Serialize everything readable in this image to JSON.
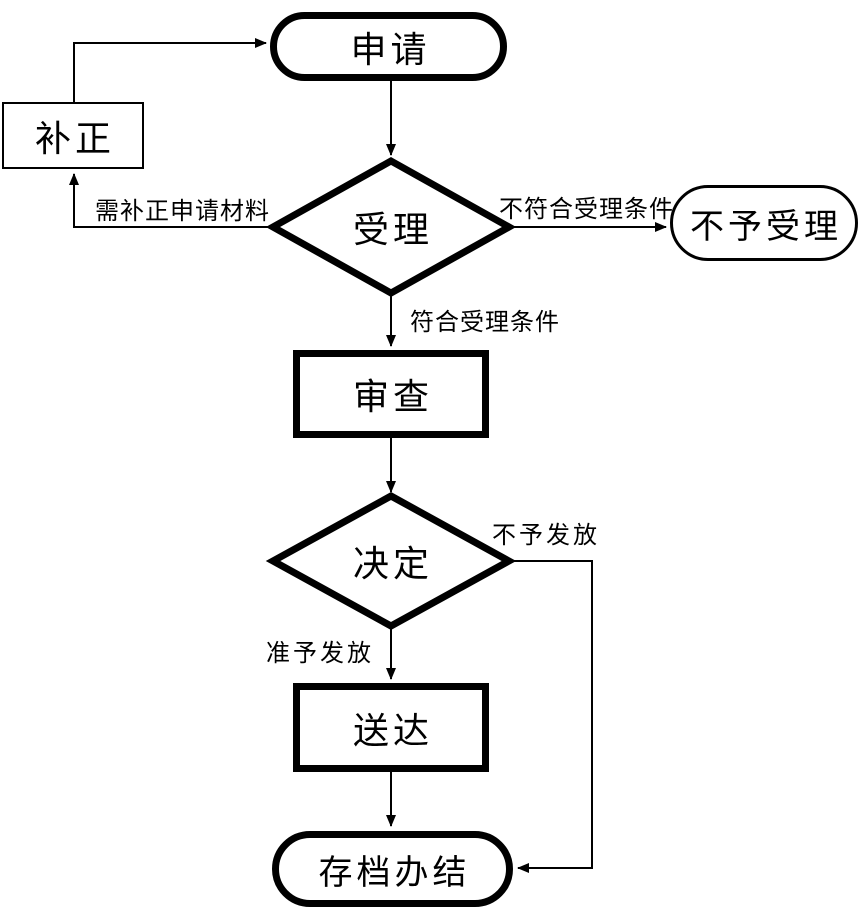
{
  "diagram": {
    "type": "flowchart",
    "colors": {
      "background": "#ffffff",
      "stroke": "#000000",
      "text": "#000000"
    },
    "nodes": {
      "apply": {
        "label": "申请",
        "shape": "stadium"
      },
      "correction": {
        "label": "补正",
        "shape": "rectangle"
      },
      "accept": {
        "label": "受理",
        "shape": "diamond"
      },
      "reject": {
        "label": "不予受理",
        "shape": "stadium"
      },
      "review": {
        "label": "审查",
        "shape": "rectangle"
      },
      "decision": {
        "label": "决定",
        "shape": "diamond"
      },
      "deliver": {
        "label": "送达",
        "shape": "rectangle"
      },
      "archive": {
        "label": "存档办结",
        "shape": "stadium"
      }
    },
    "edge_labels": {
      "need_correction": "需补正申请材料",
      "not_meet_conditions": "不符合受理条件",
      "meet_conditions": "符合受理条件",
      "not_issue": "不予发放",
      "issue": "准予发放"
    },
    "edges": [
      {
        "from": "apply",
        "to": "accept",
        "label": ""
      },
      {
        "from": "accept",
        "to": "correction",
        "label": "需补正申请材料"
      },
      {
        "from": "correction",
        "to": "apply",
        "label": ""
      },
      {
        "from": "accept",
        "to": "reject",
        "label": "不符合受理条件"
      },
      {
        "from": "accept",
        "to": "review",
        "label": "符合受理条件"
      },
      {
        "from": "review",
        "to": "decision",
        "label": ""
      },
      {
        "from": "decision",
        "to": "deliver",
        "label": "准予发放"
      },
      {
        "from": "decision",
        "to": "archive",
        "label": "不予发放"
      },
      {
        "from": "deliver",
        "to": "archive",
        "label": ""
      }
    ]
  }
}
